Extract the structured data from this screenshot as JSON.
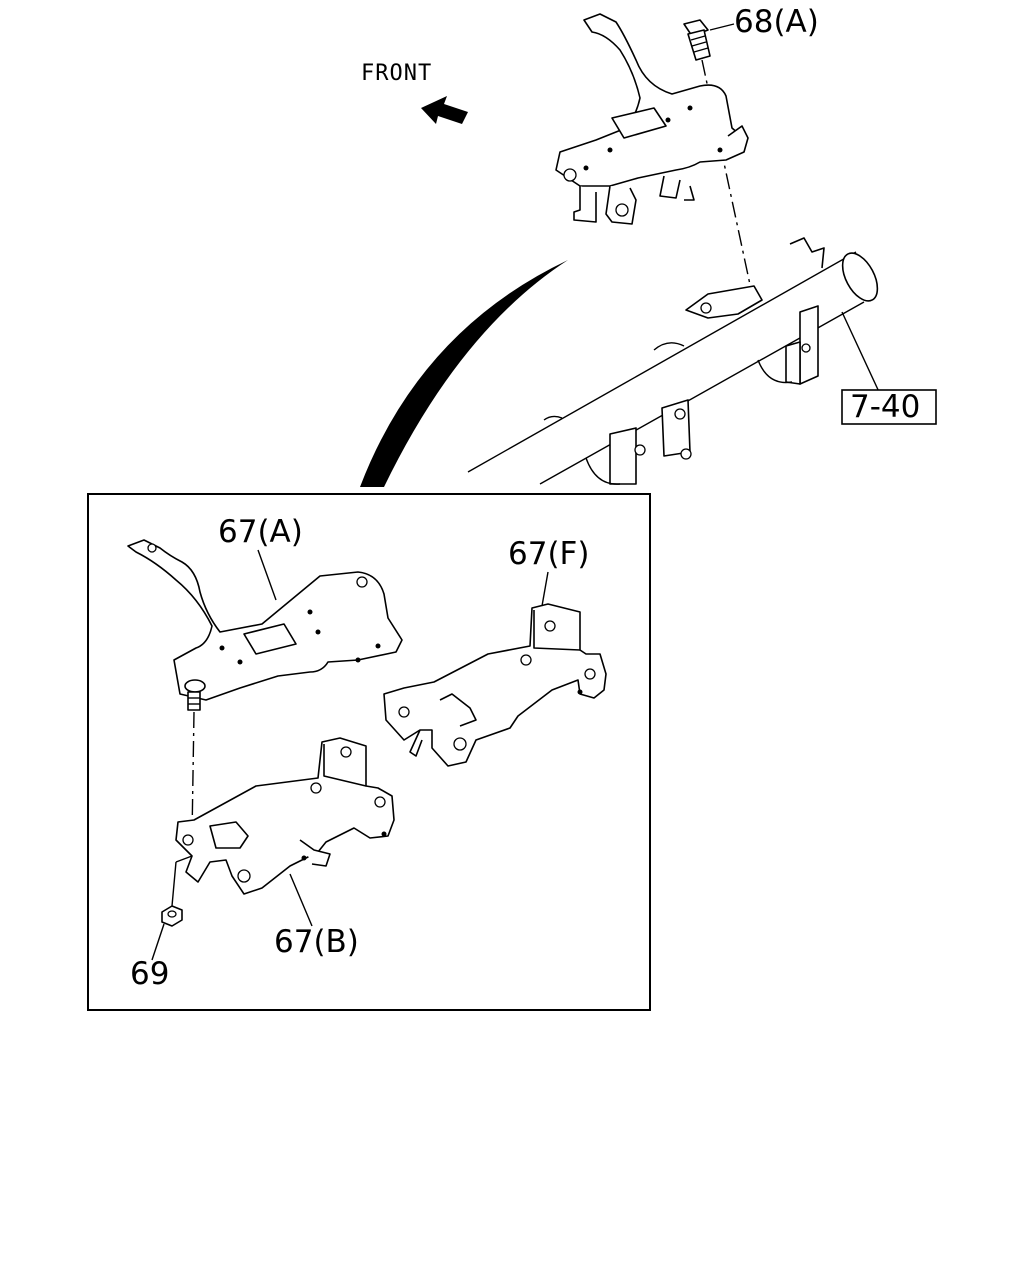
{
  "diagram": {
    "direction_label": "FRONT",
    "labels": {
      "bolt": "68(A)",
      "ref": "7-40",
      "bracket_a": "67(A)",
      "bracket_f": "67(F)",
      "bracket_b": "67(B)",
      "nut": "69"
    }
  }
}
